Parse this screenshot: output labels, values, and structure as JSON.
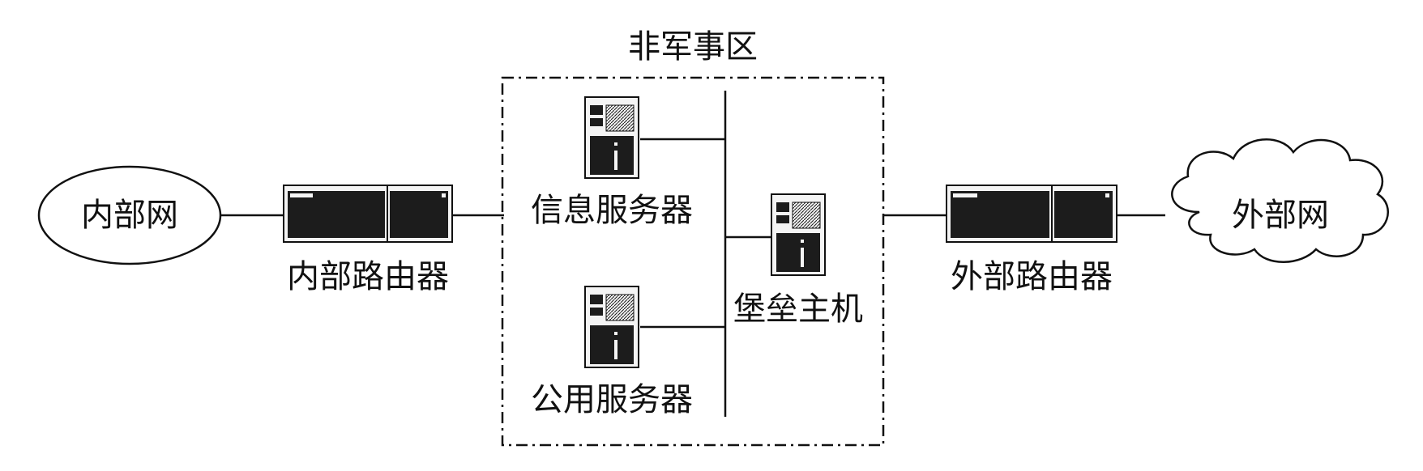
{
  "diagram": {
    "dmz_title": "非军事区",
    "internal_network": "内部网",
    "external_network": "外部网",
    "internal_router": "内部路由器",
    "external_router": "外部路由器",
    "info_server": "信息服务器",
    "public_server": "公用服务器",
    "bastion_host": "堡垒主机"
  },
  "colors": {
    "line": "#111111",
    "device_dark": "#1c1c1c",
    "device_light": "#f4f4f4",
    "background": "#ffffff"
  }
}
